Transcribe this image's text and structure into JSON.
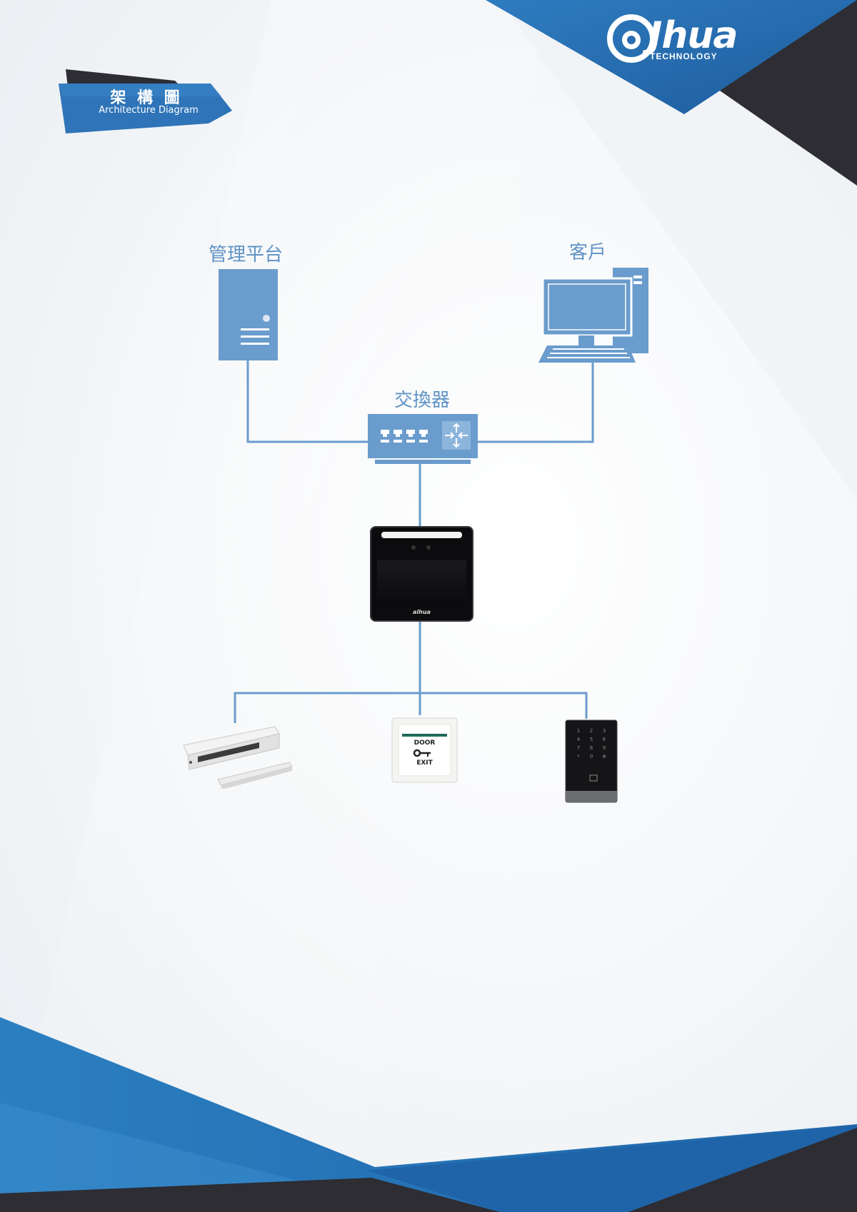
{
  "brand": {
    "logo_text": "alhua",
    "logo_sub": "TECHNOLOGY",
    "primary_color": "#2a73b8",
    "dark_color": "#2d2d33",
    "line_color": "#6a9ccd"
  },
  "banner": {
    "title_zh": "架 構 圖",
    "title_en": "Architecture Diagram"
  },
  "diagram": {
    "nodes": {
      "server_label": "管理平台",
      "client_label": "客戶",
      "switch_label": "交換器"
    },
    "devices": {
      "exit_button_top": "DOOR",
      "exit_button_bottom": "EXIT",
      "terminal_brand": "alhua",
      "keypad_keys": [
        "1",
        "2",
        "3",
        "4",
        "5",
        "6",
        "7",
        "8",
        "9",
        "*",
        "0",
        "#"
      ]
    }
  }
}
